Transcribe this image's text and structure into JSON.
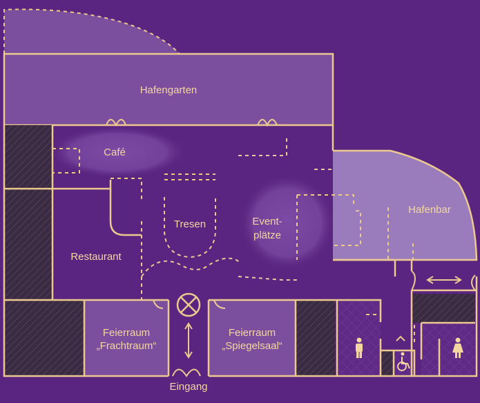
{
  "palette": {
    "background": "#5a2580",
    "room_light": "#7b4f9e",
    "room_lighter": "#9a7cbd",
    "hatch": "#3b2b42",
    "wall": "#ecc98e",
    "label": "#f4d6a0"
  },
  "rooms": {
    "hafengarten": "Hafengarten",
    "cafe": "Café",
    "tresen": "Tresen",
    "event_line1": "Event-",
    "event_line2": "plätze",
    "hafenbar": "Hafenbar",
    "restaurant": "Restaurant",
    "feierraum1_line1": "Feierraum",
    "feierraum1_line2": "„Frachtraum“",
    "feierraum2_line1": "Feierraum",
    "feierraum2_line2": "„Spiegelsaal“",
    "eingang": "Eingang"
  },
  "icons": [
    "men-toilet-icon",
    "women-toilet-icon",
    "wheelchair-icon",
    "elevator-icon",
    "double-arrow-icon"
  ]
}
